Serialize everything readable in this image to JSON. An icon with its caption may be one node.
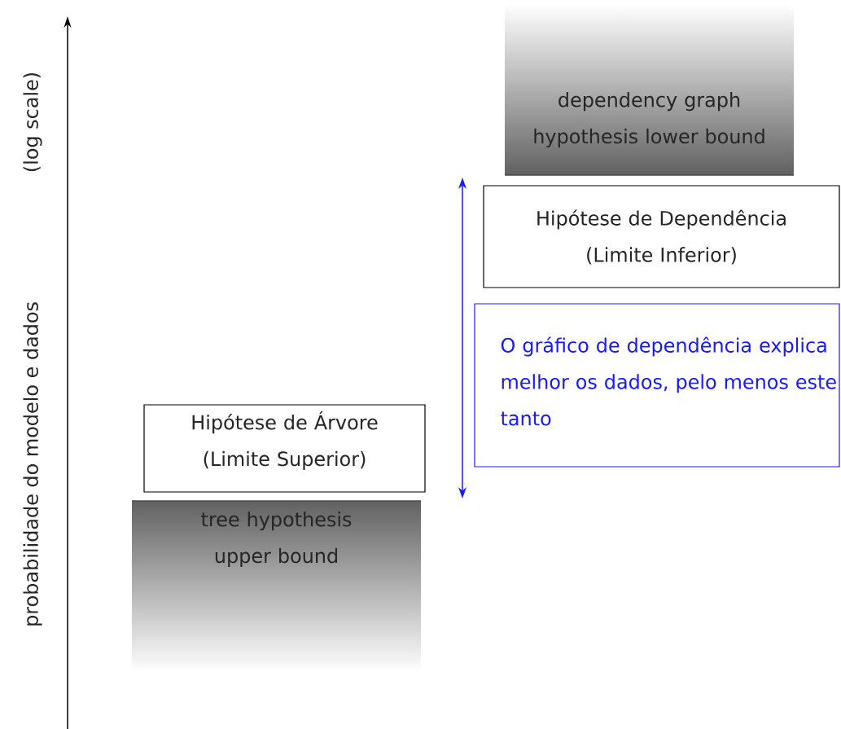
{
  "diagram": {
    "nodes": [
      {
        "text": [
          "dependency graph hypothesis lower bound"
        ]
      },
      {
        "text": [
          "Hipótese de Dependência (Limite Inferior)"
        ]
      },
      {
        "text": [
          "O gráfico de dependência explica melhor os dados, pelo menos este tanto"
        ]
      },
      {
        "text": [
          "Hipótese de Árvore (Limite Superior)"
        ]
      },
      {
        "text": [
          "tree hypothesis upper bound"
        ]
      }
    ],
    "labels": [
      "probabilidade do modelo e dados",
      "(log scale)"
    ]
  }
}
